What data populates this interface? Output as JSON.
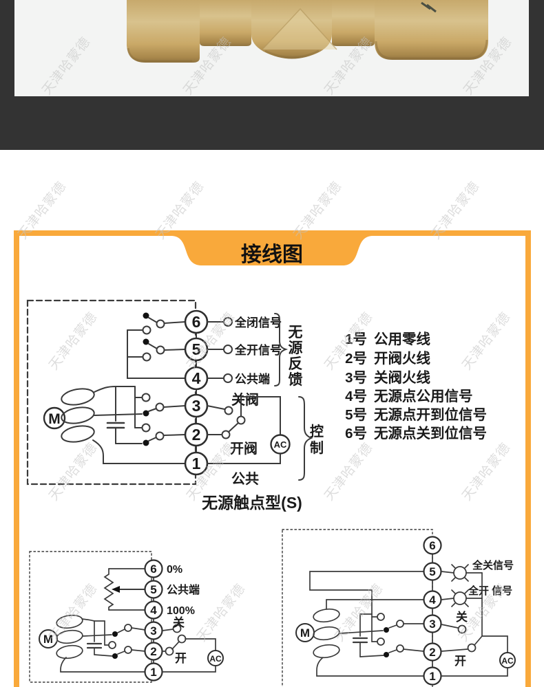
{
  "watermark": {
    "text": "天津哈蒙德"
  },
  "wiring_panel": {
    "title": "接线图"
  },
  "top_diagram": {
    "motor": "M",
    "ac": "AC",
    "terminals": [
      "6",
      "5",
      "4",
      "3",
      "2",
      "1"
    ],
    "t6": "全闭信号",
    "t5": "全开信号",
    "t4": "公共端",
    "t3": "关阀",
    "t2": "开阀",
    "t1": "公共",
    "feedback_brace": "无源反馈",
    "control_brace": "控制",
    "caption": "无源触点型(S)"
  },
  "terminal_list": {
    "items": [
      {
        "num": "1号",
        "desc": "公用零线"
      },
      {
        "num": "2号",
        "desc": "开阀火线"
      },
      {
        "num": "3号",
        "desc": "关阀火线"
      },
      {
        "num": "4号",
        "desc": "无源点公用信号"
      },
      {
        "num": "5号",
        "desc": "无源点开到位信号"
      },
      {
        "num": "6号",
        "desc": "无源点关到位信号"
      }
    ]
  },
  "bottom_left_diagram": {
    "motor": "M",
    "ac": "AC",
    "terminals": [
      "6",
      "5",
      "4",
      "3",
      "2",
      "1"
    ],
    "t6": "0%",
    "t5": "公共端",
    "t4": "100%",
    "t3": "关",
    "t2": "开"
  },
  "bottom_right_diagram": {
    "motor": "M",
    "ac": "AC",
    "terminals": [
      "6",
      "5",
      "4",
      "3",
      "2",
      "1"
    ],
    "t5": "全关信号",
    "t4": "全开 信号",
    "t3": "关",
    "t2": "开"
  },
  "colors": {
    "accent_orange": "#F9A93B",
    "band_dark": "#333333",
    "photo_bg": "#f3f4f3",
    "line": "#3a3a3a"
  }
}
